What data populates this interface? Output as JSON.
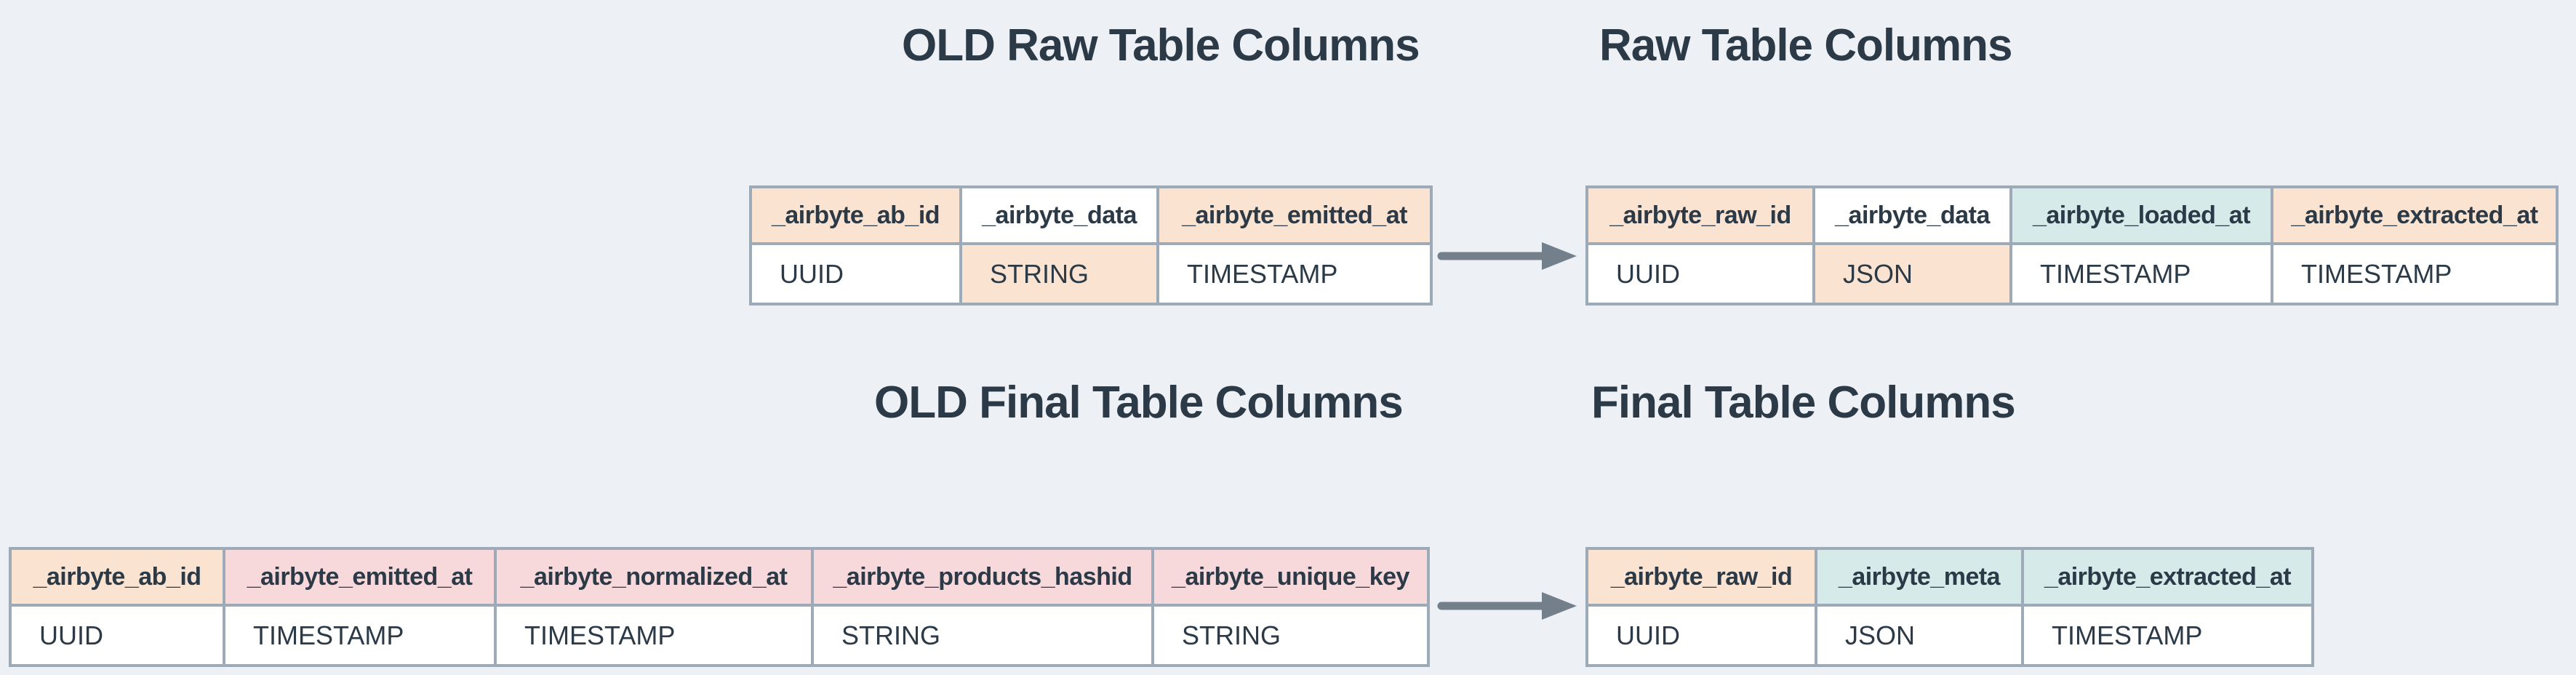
{
  "palette": {
    "background": "#edf1f5",
    "border": "#9dabb8",
    "text": "#2b3a46",
    "arrow": "#73808b",
    "peach": "#fae3d1",
    "pink": "#f7d9dc",
    "teal": "#d6ebe9",
    "white": "#ffffff"
  },
  "icons": {
    "arrow_right": "→"
  },
  "diagram": {
    "titles": [
      {
        "id": "old-raw",
        "text": "OLD Raw Table Columns"
      },
      {
        "id": "raw",
        "text": "Raw Table Columns"
      },
      {
        "id": "old-final",
        "text": "OLD Final Table Columns"
      },
      {
        "id": "final",
        "text": "Final Table Columns"
      }
    ],
    "tables": [
      {
        "title": "OLD Raw Table Columns",
        "columns": [
          {
            "name": "_airbyte_ab_id",
            "type": "UUID",
            "name_fill": "peach",
            "type_fill": "white"
          },
          {
            "name": "_airbyte_data",
            "type": "STRING",
            "name_fill": "white",
            "type_fill": "peach"
          },
          {
            "name": "_airbyte_emitted_at",
            "type": "TIMESTAMP",
            "name_fill": "peach",
            "type_fill": "white"
          }
        ]
      },
      {
        "title": "Raw Table Columns",
        "columns": [
          {
            "name": "_airbyte_raw_id",
            "type": "UUID",
            "name_fill": "peach",
            "type_fill": "white"
          },
          {
            "name": "_airbyte_data",
            "type": "JSON",
            "name_fill": "white",
            "type_fill": "peach"
          },
          {
            "name": "_airbyte_loaded_at",
            "type": "TIMESTAMP",
            "name_fill": "teal",
            "type_fill": "white"
          },
          {
            "name": "_airbyte_extracted_at",
            "type": "TIMESTAMP",
            "name_fill": "peach",
            "type_fill": "white"
          }
        ]
      },
      {
        "title": "OLD Final Table Columns",
        "columns": [
          {
            "name": "_airbyte_ab_id",
            "type": "UUID",
            "name_fill": "peach",
            "type_fill": "white"
          },
          {
            "name": "_airbyte_emitted_at",
            "type": "TIMESTAMP",
            "name_fill": "pink",
            "type_fill": "white"
          },
          {
            "name": "_airbyte_normalized_at",
            "type": "TIMESTAMP",
            "name_fill": "pink",
            "type_fill": "white"
          },
          {
            "name": "_airbyte_products_hashid",
            "type": "STRING",
            "name_fill": "pink",
            "type_fill": "white"
          },
          {
            "name": "_airbyte_unique_key",
            "type": "STRING",
            "name_fill": "pink",
            "type_fill": "white"
          }
        ]
      },
      {
        "title": "Final Table Columns",
        "columns": [
          {
            "name": "_airbyte_raw_id",
            "type": "UUID",
            "name_fill": "peach",
            "type_fill": "white"
          },
          {
            "name": "_airbyte_meta",
            "type": "JSON",
            "name_fill": "teal",
            "type_fill": "white"
          },
          {
            "name": "_airbyte_extracted_at",
            "type": "TIMESTAMP",
            "name_fill": "teal",
            "type_fill": "white"
          }
        ]
      }
    ]
  }
}
